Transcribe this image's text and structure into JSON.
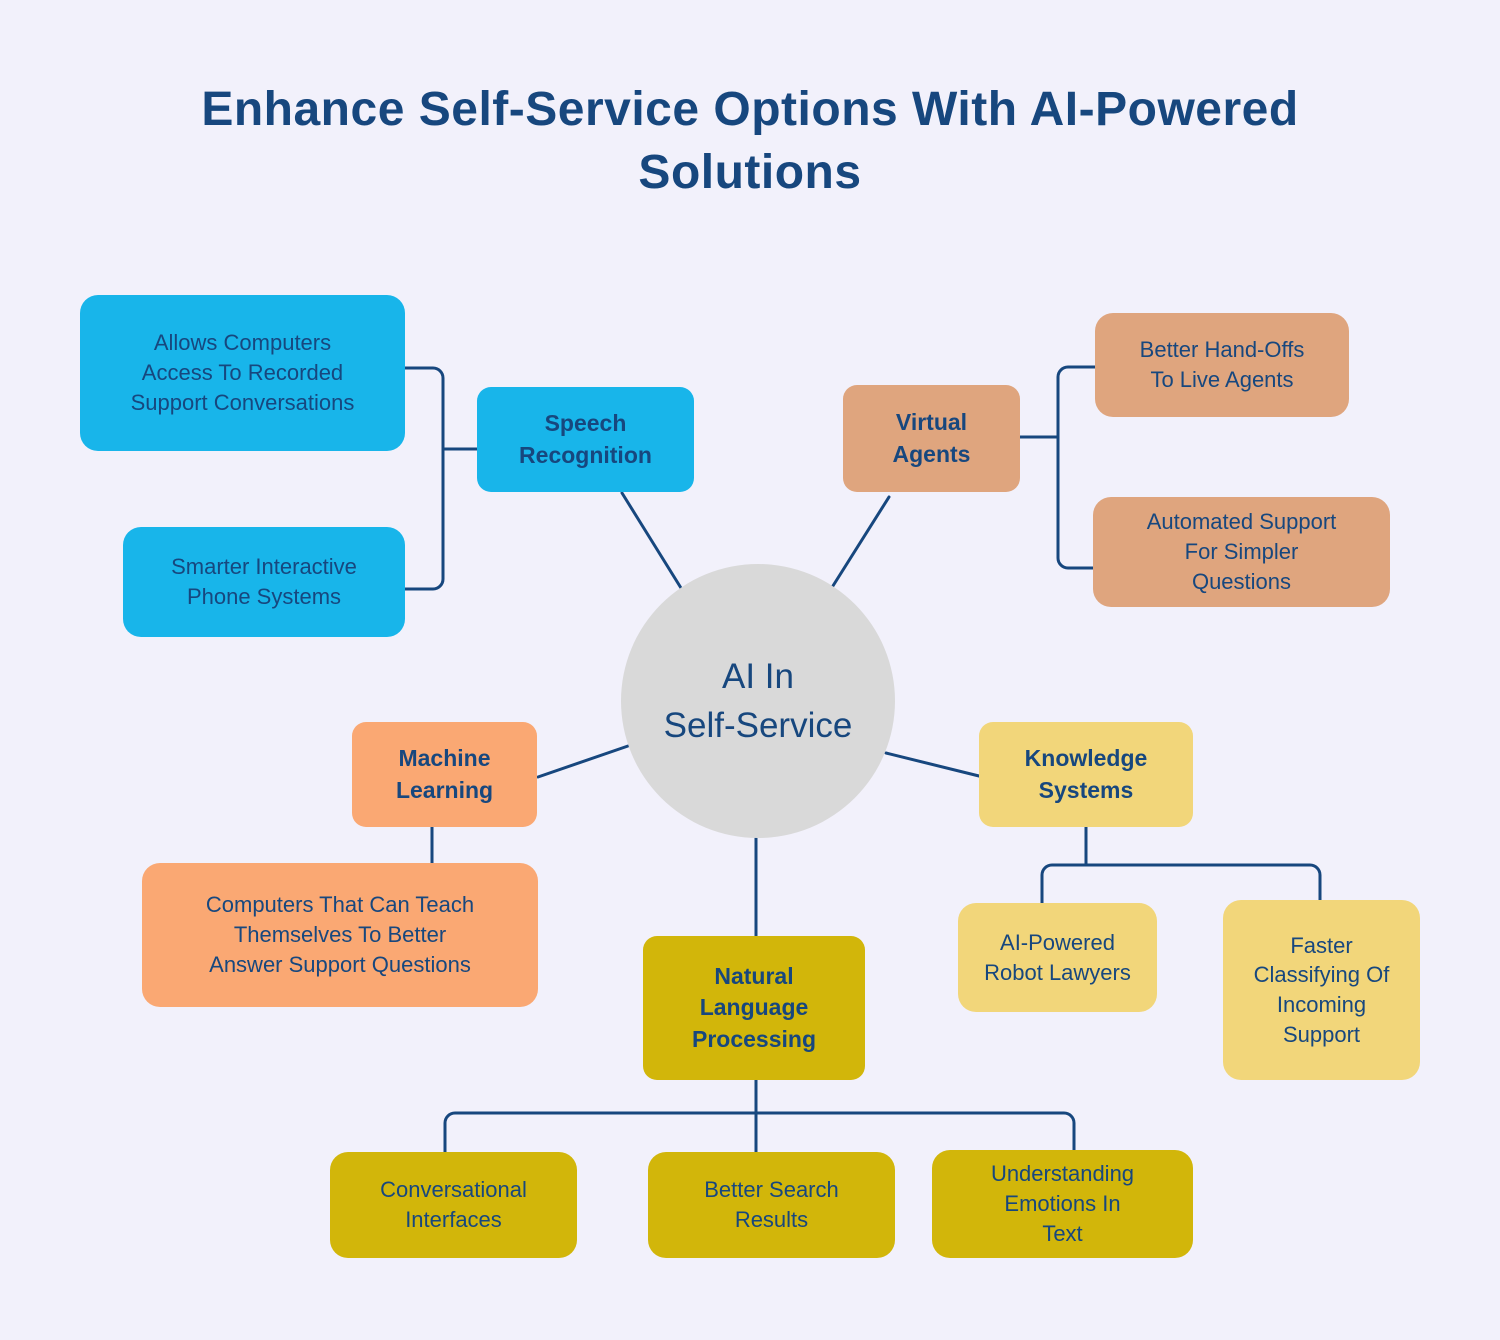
{
  "title": "Enhance Self-Service Options With AI-Powered\nSolutions",
  "center": {
    "label": "AI In\nSelf-Service",
    "bg": "#D9D9D9"
  },
  "colors": {
    "background": "#F2F1FB",
    "text": "#17477E",
    "line": "#17477E",
    "speech": "#18B5EA",
    "virtual": "#DFA57E",
    "machine": "#FAA873",
    "knowledge": "#F2D67A",
    "nlp": "#D2B60A"
  },
  "branches": {
    "speech": {
      "label": "Speech\nRecognition",
      "children": {
        "recorded": "Allows Computers\nAccess To Recorded\nSupport Conversations",
        "phone": "Smarter Interactive\nPhone Systems"
      }
    },
    "virtual": {
      "label": "Virtual\nAgents",
      "children": {
        "handoffs": "Better Hand-Offs\nTo Live Agents",
        "automated": "Automated Support\nFor Simpler\nQuestions"
      }
    },
    "machine": {
      "label": "Machine\nLearning",
      "children": {
        "teach": "Computers That Can Teach\nThemselves To Better\nAnswer Support Questions"
      }
    },
    "knowledge": {
      "label": "Knowledge\nSystems",
      "children": {
        "lawyers": "AI-Powered\nRobot Lawyers",
        "classify": "Faster\nClassifying Of\nIncoming\nSupport"
      }
    },
    "nlp": {
      "label": "Natural\nLanguage\nProcessing",
      "children": {
        "conversational": "Conversational\nInterfaces",
        "search": "Better Search\nResults",
        "emotions": "Understanding\nEmotions In\nText"
      }
    }
  }
}
